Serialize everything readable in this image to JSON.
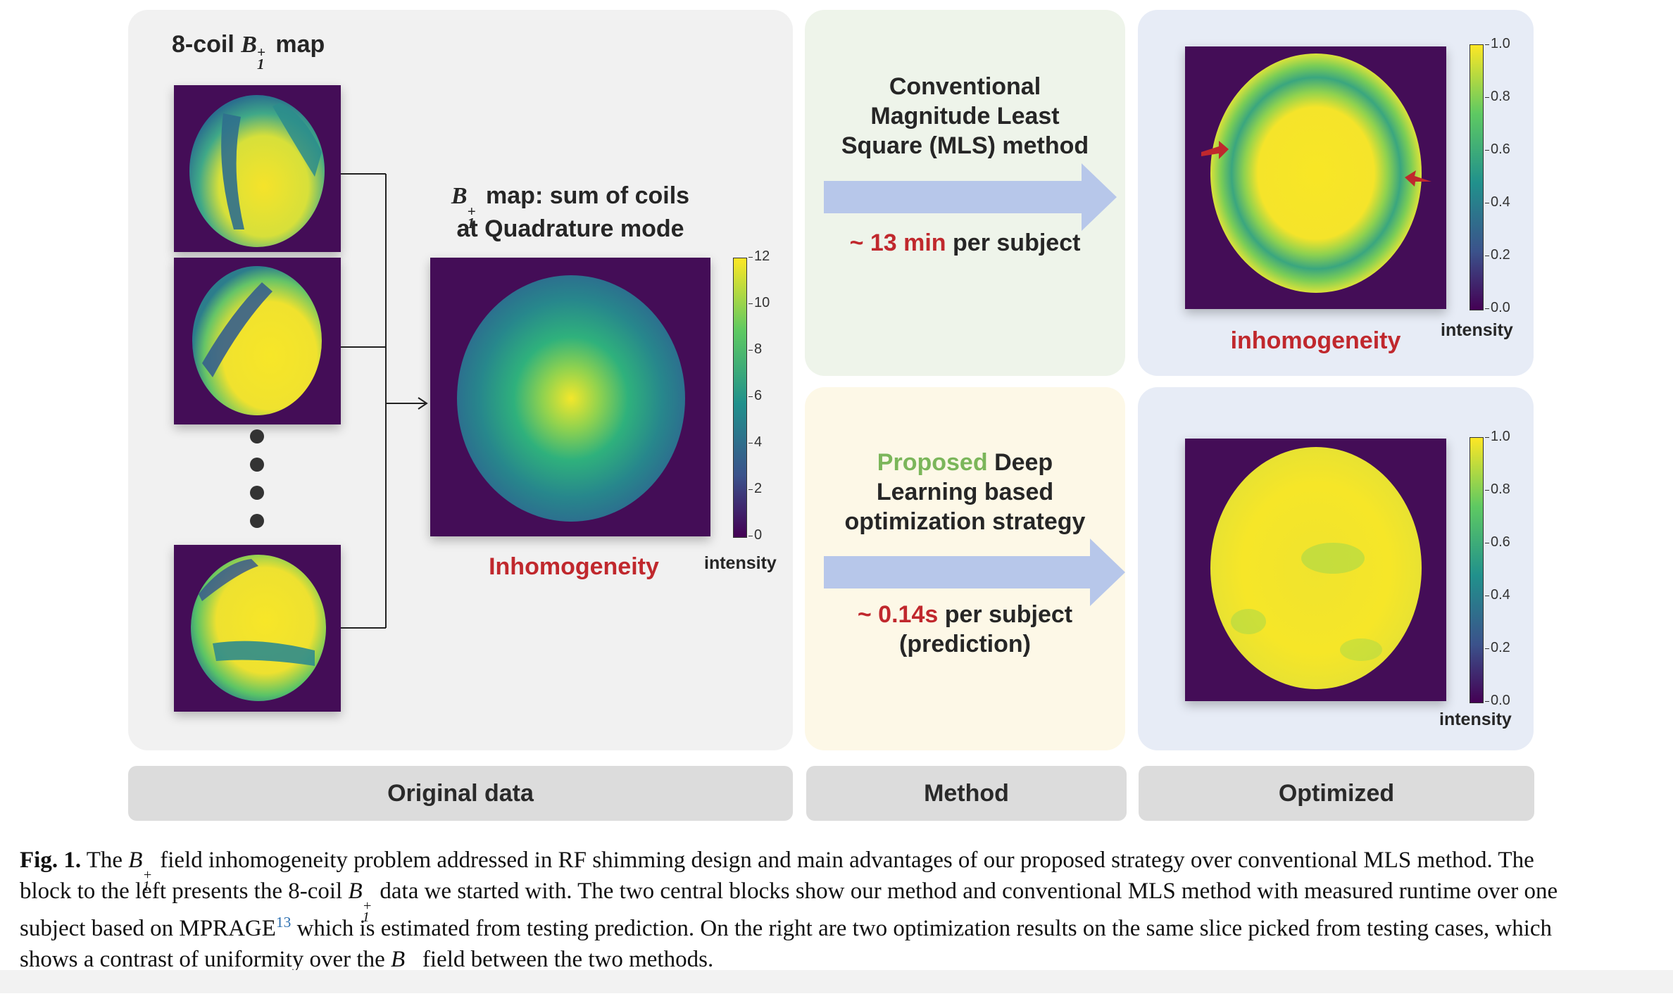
{
  "panels": {
    "original": {
      "title_prefix": "8-coil",
      "title_symbol": "B",
      "title_suffix": "map",
      "sum_title_symbol": "B",
      "sum_title_line1": "map: sum of coils",
      "sum_title_line2": "at Quadrature mode",
      "inhomogeneity_label": "Inhomogeneity",
      "colorbar": {
        "ticks": [
          "12",
          "10",
          "8",
          "6",
          "4",
          "2",
          "0"
        ],
        "label": "intensity"
      }
    },
    "mls": {
      "title_line1": "Conventional",
      "title_line2": "Magnitude Least",
      "title_line3": "Square (MLS) method",
      "runtime_value": "~ 13 min",
      "runtime_suffix": "per subject"
    },
    "dl": {
      "title_highlight": "Proposed",
      "title_line1_rest": "Deep",
      "title_line2": "Learning based",
      "title_line3": "optimization strategy",
      "runtime_value": "~ 0.14s",
      "runtime_suffix": "per subject",
      "runtime_note": "(prediction)"
    },
    "optimized_top": {
      "inhomogeneity_label": "inhomogeneity",
      "colorbar": {
        "ticks": [
          "1.0",
          "0.8",
          "0.6",
          "0.4",
          "0.2",
          "0.0"
        ],
        "label": "intensity"
      }
    },
    "optimized_bottom": {
      "colorbar": {
        "ticks": [
          "1.0",
          "0.8",
          "0.6",
          "0.4",
          "0.2",
          "0.0"
        ],
        "label": "intensity"
      }
    }
  },
  "footers": {
    "original": "Original data",
    "method": "Method",
    "optimized": "Optimized"
  },
  "caption": {
    "fig_label": "Fig. 1.",
    "line1_a": "The",
    "line1_b": "field inhomogeneity problem addressed in RF shimming design and main advantages of our proposed strategy over conventional MLS method. The",
    "line2_a": "block to the left presents the 8-coil",
    "line2_b": "data we started with. The two central blocks show our method and conventional MLS method with measured runtime over one",
    "line3_a": "subject based on MPRAGE",
    "line3_ref": "13",
    "line3_b": "which is estimated from testing prediction. On the right are two optimization results on the same slice picked from testing cases, which",
    "line4_a": "shows a contrast of uniformity over the",
    "line4_b": "field between the two methods.",
    "symbol": "B"
  },
  "colors": {
    "panel_original": "#f1f1f1",
    "panel_mls": "#eef4ea",
    "panel_dl": "#fdf8e7",
    "panel_optimized": "#e7ecf6",
    "accent_red": "#c0282d",
    "accent_green": "#7bb65a",
    "arrow": "#b7c7ea",
    "map_background": "#440d57"
  }
}
